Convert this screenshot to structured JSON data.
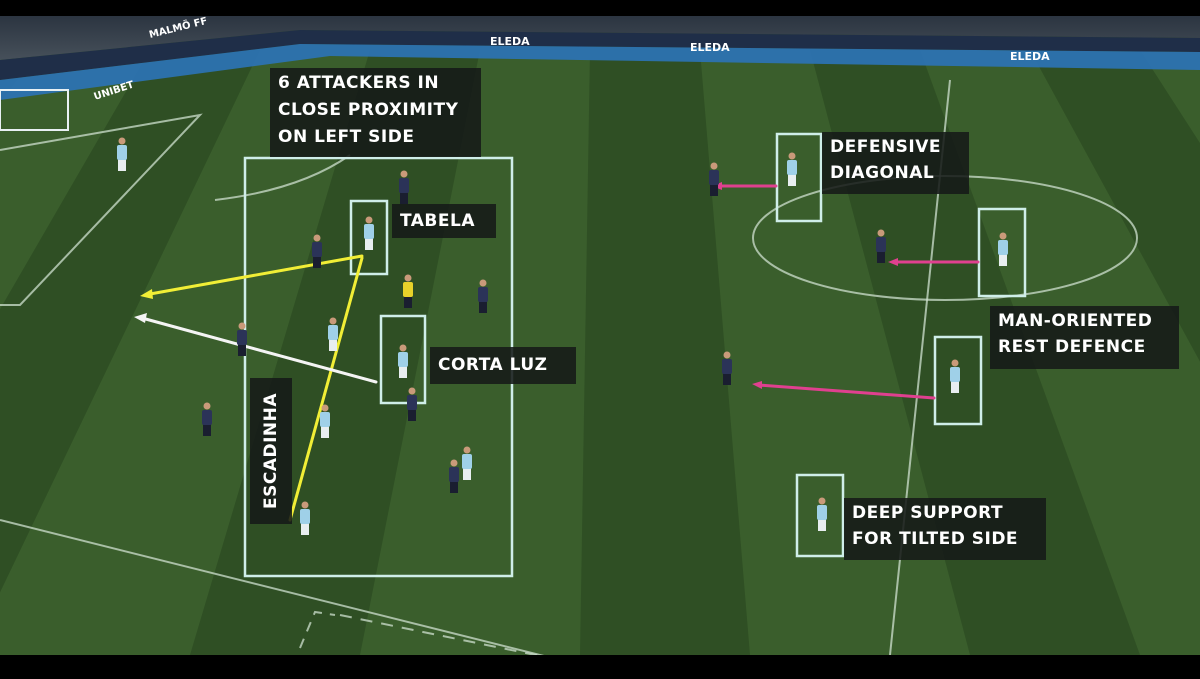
{
  "colors": {
    "pitch_dark": "#2f4f24",
    "pitch_light": "#3a5e2c",
    "box_outline": "#cfeee9",
    "arrow_yellow": "#f1ee36",
    "arrow_white": "#f4f4f4",
    "arrow_magenta": "#e0408f",
    "home_kit": "#9fd0e8",
    "away_kit": "#2b3358",
    "referee_kit": "#e8d22a"
  },
  "stadium": {
    "banner_text": "ELEDA",
    "banner_text_2": "UNIBET",
    "banner_text_3": "MALMÖ FF"
  },
  "annotations": {
    "attackers_box": {
      "lines": [
        "6 ATTACKERS IN",
        "CLOSE PROXIMITY",
        "ON LEFT SIDE"
      ]
    },
    "tabela": "TABELA",
    "corta_luz": "CORTA LUZ",
    "escadinha": "ESCADINHA",
    "defensive_diagonal": [
      "DEFENSIVE",
      "DIAGONAL"
    ],
    "man_oriented": [
      "MAN-ORIENTED",
      "REST DEFENCE"
    ],
    "deep_support": [
      "DEEP SUPPORT",
      "FOR TILTED SIDE"
    ]
  }
}
